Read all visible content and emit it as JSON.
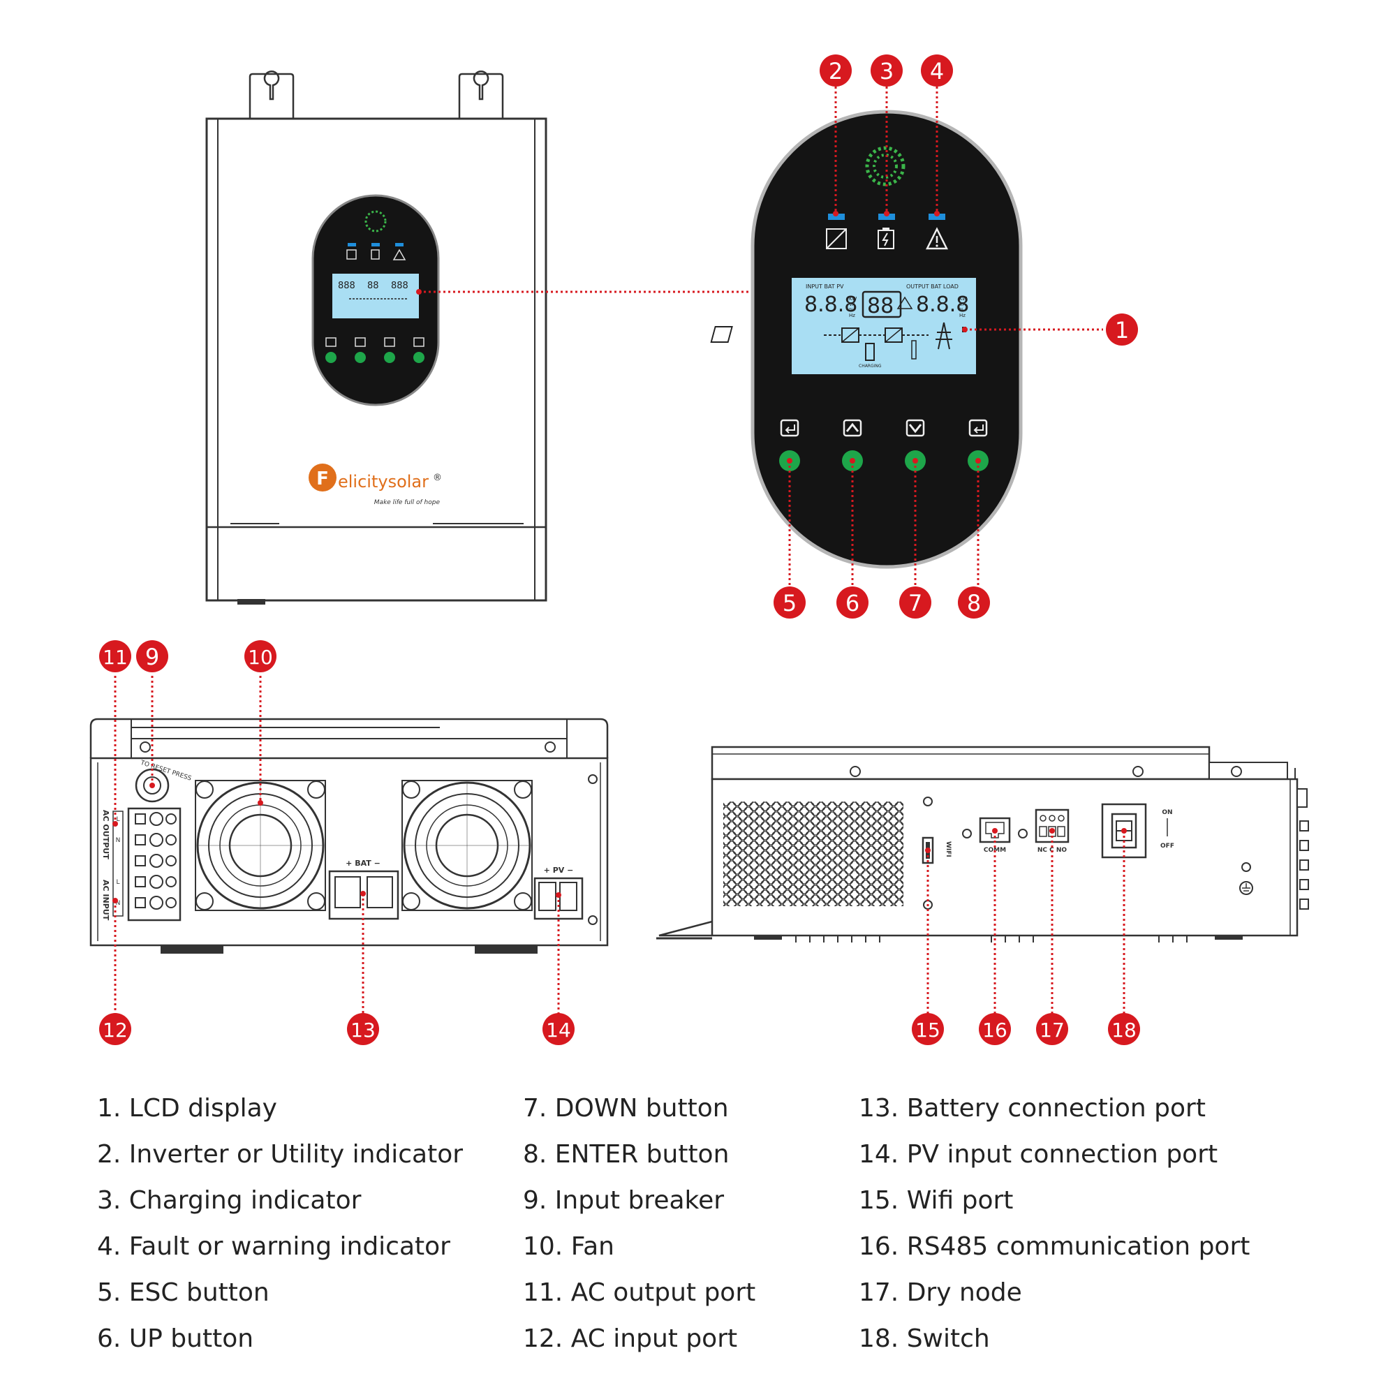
{
  "brand": {
    "name": "elicitysolar",
    "initial": "F",
    "reg": "®",
    "tagline": "Make life full of hope"
  },
  "colors": {
    "callout": "#d7191f",
    "lcd": "#a9def3",
    "button": "#1ea64a",
    "indicator": "#1f8fdc",
    "panel": "#141414",
    "logo": "#e06f1b"
  },
  "lcd": {
    "top_left_labels": "INPUT BAT PV",
    "top_right_labels": "OUTPUT BAT LOAD",
    "left_digits": "8.8.8",
    "center_digits": "88",
    "right_digits": "8.8.8",
    "units": [
      "KW",
      "VA",
      "%",
      "Hz"
    ],
    "charging": "CHARGING"
  },
  "panel_labels": {
    "bat": "+ BAT −",
    "pv": "+ PV −",
    "ac_output": "AC OUTPUT",
    "ac_input": "AC INPUT",
    "reset": "TO RESET PRESS",
    "wifi": "WIFI",
    "comm": "COMM",
    "dry": "NC C NO",
    "on": "ON",
    "off": "OFF",
    "terminal_l": "L",
    "terminal_n": "N"
  },
  "callouts": [
    "1",
    "2",
    "3",
    "4",
    "5",
    "6",
    "7",
    "8",
    "9",
    "10",
    "11",
    "12",
    "13",
    "14",
    "15",
    "16",
    "17",
    "18"
  ],
  "legend": [
    "1. LCD display",
    "2. Inverter or Utility indicator",
    "3. Charging indicator",
    "4. Fault or warning indicator",
    "5. ESC button",
    "6. UP button",
    "7. DOWN button",
    "8. ENTER button",
    "9. Input breaker",
    "10. Fan",
    "11. AC output port",
    "12. AC input port",
    "13. Battery connection port",
    "14. PV input connection port",
    "15. Wifi port",
    "16. RS485 communication port",
    "17. Dry node",
    "18. Switch"
  ]
}
